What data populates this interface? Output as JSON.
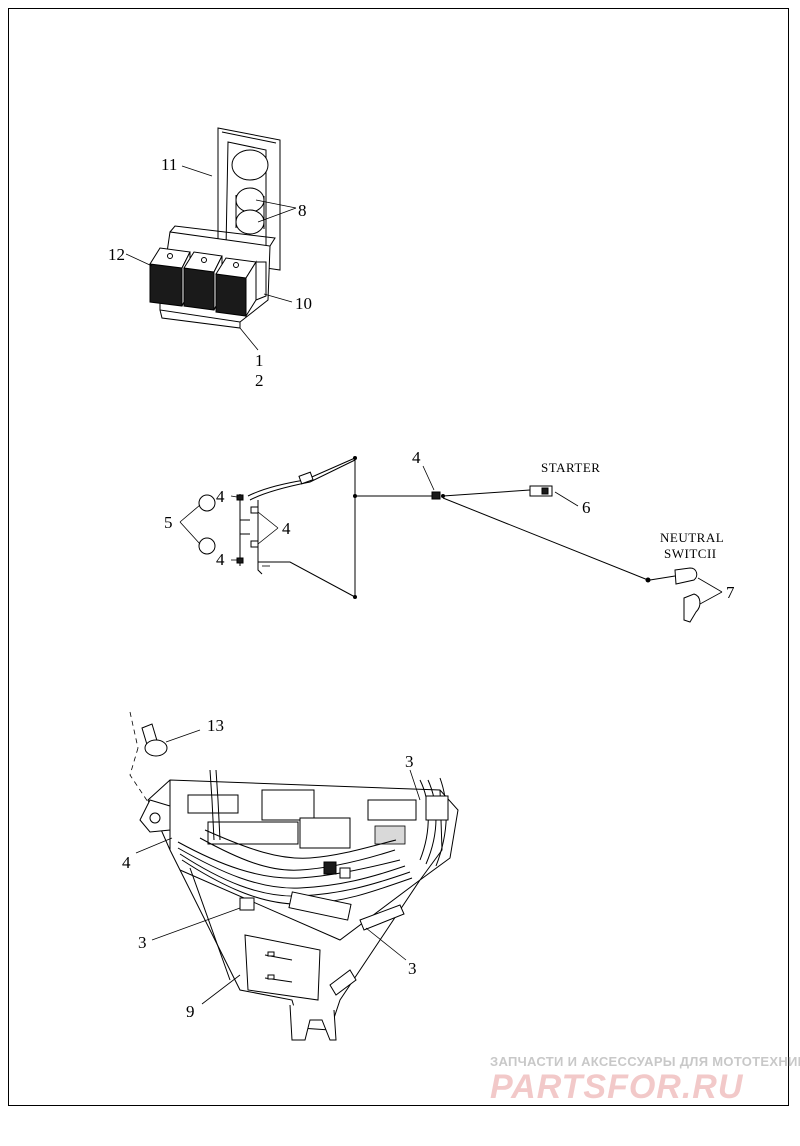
{
  "callouts": {
    "c1": "1",
    "c2": "2",
    "c3a": "3",
    "c3b": "3",
    "c3c": "3",
    "c4a": "4",
    "c4b": "4",
    "c4c": "4",
    "c4d": "4",
    "c4e": "4",
    "c5": "5",
    "c6": "6",
    "c7": "7",
    "c8": "8",
    "c9": "9",
    "c10": "10",
    "c11": "11",
    "c12": "12",
    "c13": "13"
  },
  "labels": {
    "starter": "STARTER",
    "neutral_line1": "NEUTRAL",
    "neutral_line2": "SWITCII"
  },
  "watermark": {
    "tagline": "ЗАПЧАСТИ И АКСЕССУАРЫ ДЛЯ МОТОТЕХНИКИ",
    "logo": "PARTSFOR.RU"
  }
}
